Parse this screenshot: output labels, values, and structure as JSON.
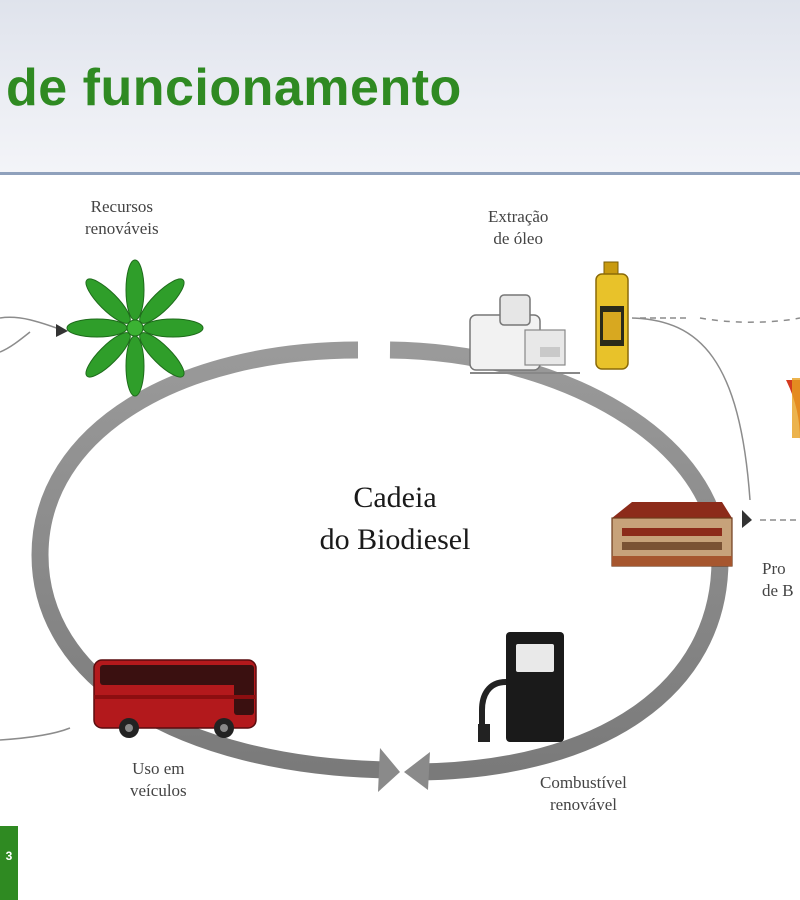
{
  "header": {
    "title": "de funcionamento"
  },
  "diagram": {
    "center_label": [
      "Cadeia",
      "do Biodiesel"
    ],
    "stages": {
      "renewable_resources": [
        "Recursos",
        "renováveis"
      ],
      "oil_extraction": [
        "Extração",
        "de óleo"
      ],
      "production": [
        "Pro",
        "de B"
      ],
      "renewable_fuel": [
        "Combustível",
        "renovável"
      ],
      "vehicle_use": [
        "Uso em",
        "veículos"
      ]
    }
  },
  "badge": {
    "text": "3"
  },
  "colors": {
    "title_green": "#2f8a22",
    "cycle_gray": "#8a8a8a",
    "leaf_green": "#2f9e2a",
    "bus_red": "#b3191c"
  }
}
